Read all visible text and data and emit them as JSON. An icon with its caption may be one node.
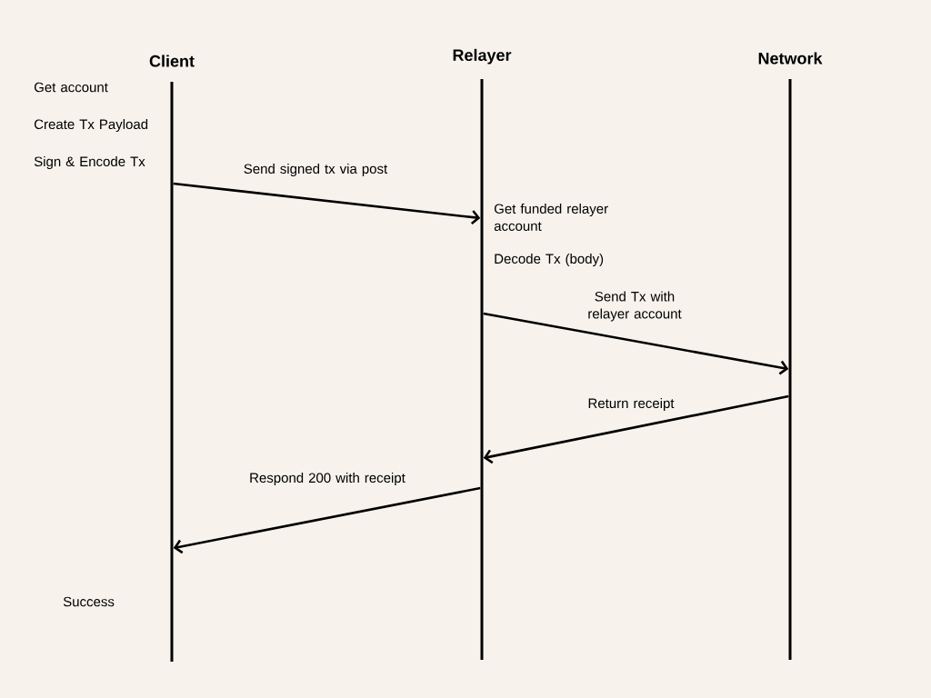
{
  "diagram": {
    "nodes": [
      {
        "text": [
          "Client"
        ]
      },
      {
        "text": [
          "Relayer"
        ]
      },
      {
        "text": [
          "Network"
        ]
      }
    ],
    "edges": [
      {
        "from": 0,
        "to": 1,
        "arrow": "to",
        "label": "Send signed tx via post"
      },
      {
        "from": 1,
        "to": 2,
        "arrow": "to",
        "label": "Send Tx with relayer account"
      },
      {
        "from": 2,
        "to": 1,
        "arrow": "to",
        "label": "Return receipt"
      },
      {
        "from": 1,
        "to": 0,
        "arrow": "to",
        "label": "Respond 200 with receipt"
      }
    ],
    "labels": [
      "Get account",
      "Create Tx Payload",
      "Sign & Encode Tx",
      "Get funded relayer account",
      "Decode Tx (body)",
      "Success"
    ]
  }
}
